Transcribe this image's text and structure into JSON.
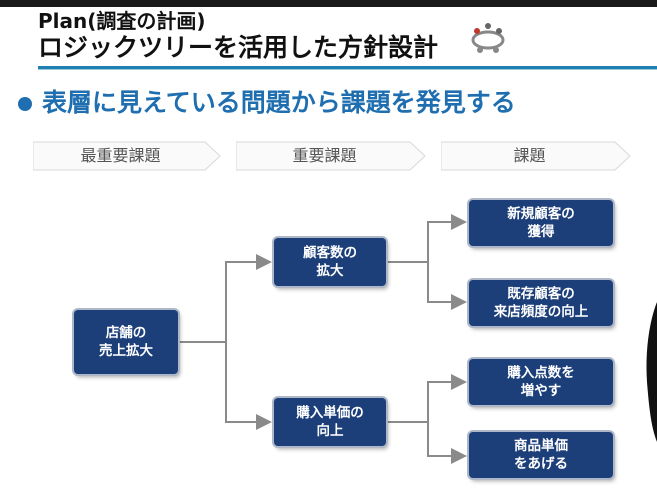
{
  "slide": {
    "title_line1": "Plan(調査の計画)",
    "title_line2": "ロジックツリーを活用した方針設計",
    "headline": "表層に見えている問題から課題を発見する"
  },
  "columns": [
    "最重要課題",
    "重要課題",
    "課題"
  ],
  "tree": {
    "root": {
      "line1": "店舗の",
      "line2": "売上拡大"
    },
    "mid": [
      {
        "line1": "顧客数の",
        "line2": "拡大"
      },
      {
        "line1": "購入単価の",
        "line2": "向上"
      }
    ],
    "leaves": [
      {
        "line1": "新規顧客の",
        "line2": "獲得"
      },
      {
        "line1": "既存顧客の",
        "line2": "来店頻度の向上"
      },
      {
        "line1": "購入点数を",
        "line2": "増やす"
      },
      {
        "line1": "商品単価",
        "line2": "をあげる"
      }
    ]
  },
  "colors": {
    "node": "#1c3f7a",
    "accent": "#1f6fb0",
    "connector": "#8a8a8a"
  },
  "icons": {
    "logo": "team-circle-logo"
  }
}
